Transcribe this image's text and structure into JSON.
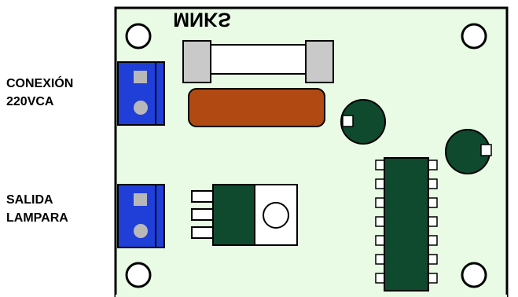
{
  "labels": {
    "power_input": [
      "CONEXIÓN",
      "220VCA"
    ],
    "lamp_output": [
      "SALIDA",
      "LAMPARA"
    ]
  },
  "board": {
    "brand_text": "MNKS",
    "colors": {
      "pcb": "#e9fbe5",
      "outline": "#000000",
      "terminal_blue": "#1f3fd8",
      "terminal_pad": "#b8b8b8",
      "fuse_cap": "#c9c9c9",
      "capacitor": "#b14a12",
      "dark_green": "#0f4a2e",
      "white": "#ffffff"
    }
  }
}
